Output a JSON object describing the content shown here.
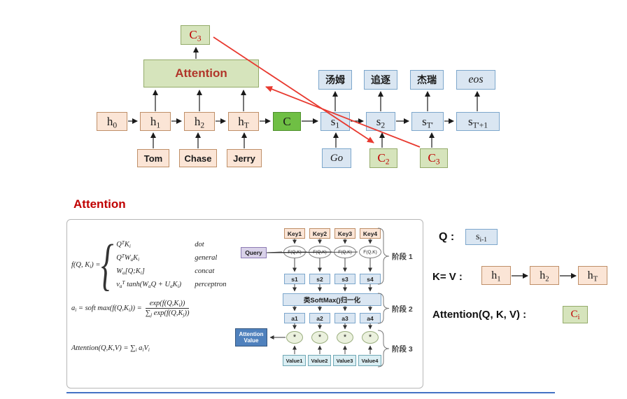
{
  "colors": {
    "peach_fill": "#fbe5d6",
    "blue_fill": "#dae6f2",
    "pale_green_fill": "#d6e4bc",
    "bright_green_fill": "#6fbf44",
    "red_accent": "#c00000",
    "attention_value_blue": "#4f81bd",
    "footer_blue": "#4472c4"
  },
  "top": {
    "c3_top": "C_{3}",
    "attention": "Attention",
    "encoder": [
      "h_{0}",
      "h_{1}",
      "h_{2}",
      "h_{T}"
    ],
    "context": "C",
    "decoder": [
      "s_{1}",
      "s_{2}",
      "s_{T'}",
      "s_{T'+1}"
    ],
    "outputs": [
      "汤姆",
      "追逐",
      "杰瑞",
      "eos"
    ],
    "inputs": [
      "Tom",
      "Chase",
      "Jerry"
    ],
    "go": "Go",
    "c2": "C_{2}",
    "c3": "C_{3}"
  },
  "figure": {
    "heading": "Attention",
    "formula_f": {
      "lhs": "f(Q, K_{i}) =",
      "rows": [
        {
          "expr": "Q^{T}K_{i}",
          "name": "dot"
        },
        {
          "expr": "Q^{T}W_{a}K_{i}",
          "name": "general"
        },
        {
          "expr": "W_{a}[Q;K_{i}]",
          "name": "concat"
        },
        {
          "expr": "v_{a}^{T} tanh(W_{a}Q + U_{a}K_{i})",
          "name": "perceptron"
        }
      ]
    },
    "formula_a": {
      "lhs": "a_{i} = soft max(f(Q,K_{i})) =",
      "num": "exp(f(Q,K_{i}))",
      "den": "∑_{j} exp(f(Q,K_{j}))"
    },
    "formula_att": "Attention(Q,K,V) = ∑_{i} a_{i}V_{i}",
    "diagram": {
      "keys": [
        "Key1",
        "Key2",
        "Key3",
        "Key4"
      ],
      "f_nodes": [
        "F(Q,K)",
        "F(Q,K)",
        "F(Q,K)",
        "F(Q,K)"
      ],
      "query": "Query",
      "s_row": [
        "s1",
        "s2",
        "s3",
        "s4"
      ],
      "softmax": "类SoftMax()归一化",
      "a_row": [
        "a1",
        "a2",
        "a3",
        "a4"
      ],
      "mult": [
        "*",
        "*",
        "*",
        "*"
      ],
      "attention_value": "Attention Value",
      "values": [
        "Value1",
        "Value2",
        "Value3",
        "Value4"
      ],
      "stages": [
        "阶段 1",
        "阶段 2",
        "阶段 3"
      ]
    }
  },
  "legend": {
    "q_label": "Q :",
    "q_box": "s_{i-1}",
    "kv_label": "K= V :",
    "kv_boxes": [
      "h_{1}",
      "h_{2}",
      "h_{T}"
    ],
    "att_label": "Attention(Q, K, V) :",
    "att_box": "C_{i}"
  }
}
